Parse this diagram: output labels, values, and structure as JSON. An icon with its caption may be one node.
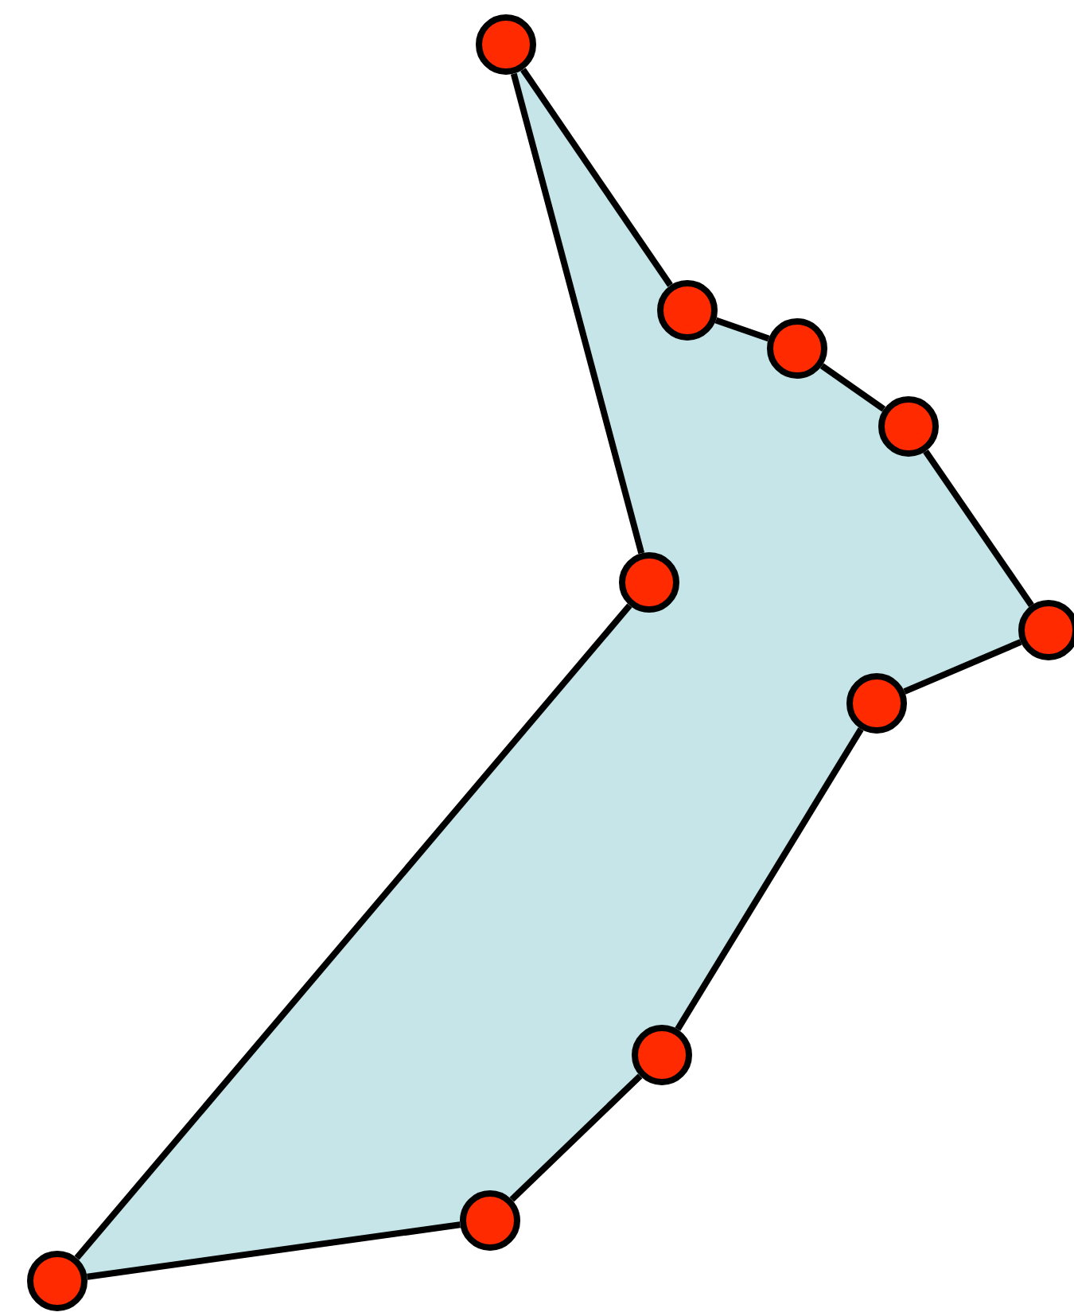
{
  "diagram": {
    "nodes": [
      {
        "text": [],
        "shape": "circle"
      },
      {
        "text": [],
        "shape": "circle"
      },
      {
        "text": [],
        "shape": "circle"
      },
      {
        "text": [],
        "shape": "circle"
      },
      {
        "text": [],
        "shape": "circle"
      },
      {
        "text": [],
        "shape": "circle"
      },
      {
        "text": [],
        "shape": "circle"
      },
      {
        "text": [],
        "shape": "circle"
      },
      {
        "text": [],
        "shape": "circle"
      },
      {
        "text": [],
        "shape": "circle"
      }
    ],
    "edges": [
      {
        "from": 0,
        "to": 1,
        "arrow": "none"
      },
      {
        "from": 1,
        "to": 2,
        "arrow": "none"
      },
      {
        "from": 2,
        "to": 3,
        "arrow": "none"
      },
      {
        "from": 3,
        "to": 5,
        "arrow": "none"
      },
      {
        "from": 5,
        "to": 6,
        "arrow": "none"
      },
      {
        "from": 6,
        "to": 7,
        "arrow": "none"
      },
      {
        "from": 7,
        "to": 8,
        "arrow": "none"
      },
      {
        "from": 8,
        "to": 9,
        "arrow": "none"
      },
      {
        "from": 9,
        "to": 4,
        "arrow": "none"
      },
      {
        "from": 4,
        "to": 0,
        "arrow": "none"
      }
    ]
  }
}
